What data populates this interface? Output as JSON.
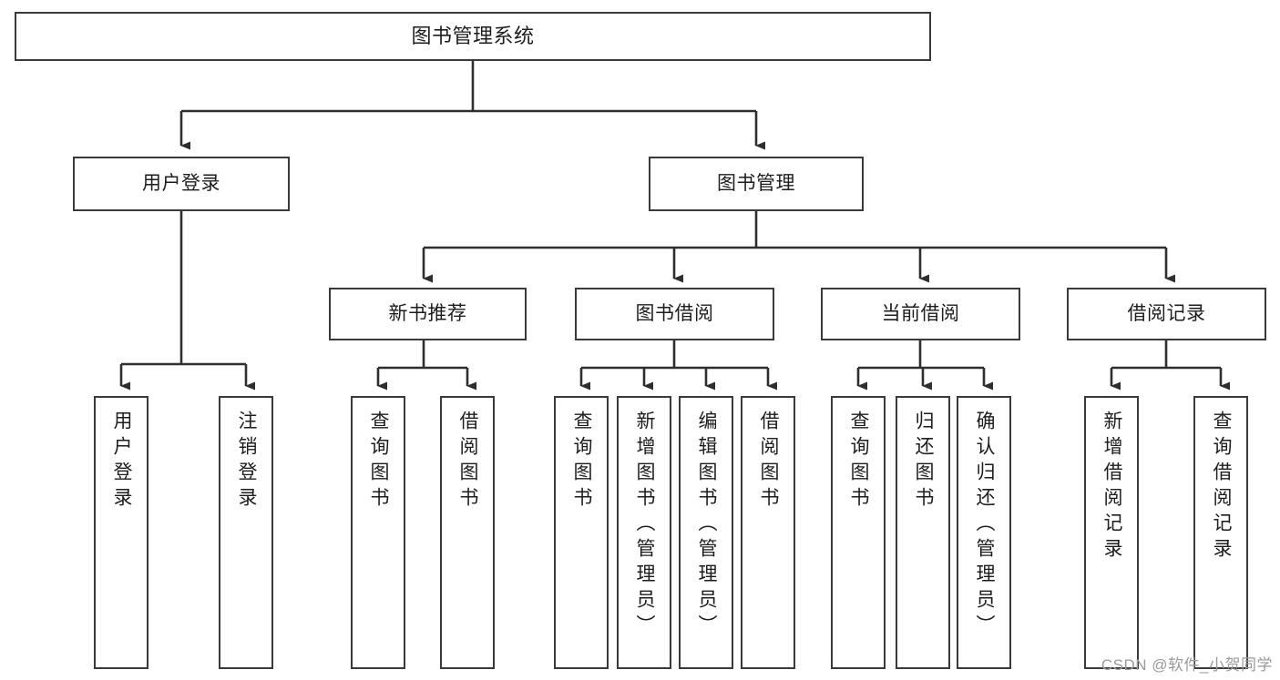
{
  "diagram": {
    "type": "tree-hierarchy-chart",
    "root": {
      "label": "图书管理系统"
    },
    "level2": [
      {
        "label": "用户登录"
      },
      {
        "label": "图书管理"
      }
    ],
    "level3": [
      {
        "label": "新书推荐"
      },
      {
        "label": "图书借阅"
      },
      {
        "label": "当前借阅"
      },
      {
        "label": "借阅记录"
      }
    ],
    "leaves": {
      "user_login": [
        {
          "label": "用户登录"
        },
        {
          "label": "注销登录"
        }
      ],
      "new_book_recommend": [
        {
          "label": "查询图书"
        },
        {
          "label": "借阅图书"
        }
      ],
      "book_borrow": [
        {
          "label": "查询图书"
        },
        {
          "label": "新增图书（管理员）"
        },
        {
          "label": "编辑图书（管理员）"
        },
        {
          "label": "借阅图书"
        }
      ],
      "current_borrow": [
        {
          "label": "查询图书"
        },
        {
          "label": "归还图书"
        },
        {
          "label": "确认归还（管理员）"
        }
      ],
      "borrow_record": [
        {
          "label": "新增借阅记录"
        },
        {
          "label": "查询借阅记录"
        }
      ]
    }
  },
  "watermark": {
    "text": "CSDN @软件_小贺同学"
  },
  "colors": {
    "box_border": "#3a3a3a",
    "box_fill": "#ffffff",
    "edge": "#2e2e2e",
    "text": "#1d1d1d",
    "watermark": "#9a9a9a"
  }
}
